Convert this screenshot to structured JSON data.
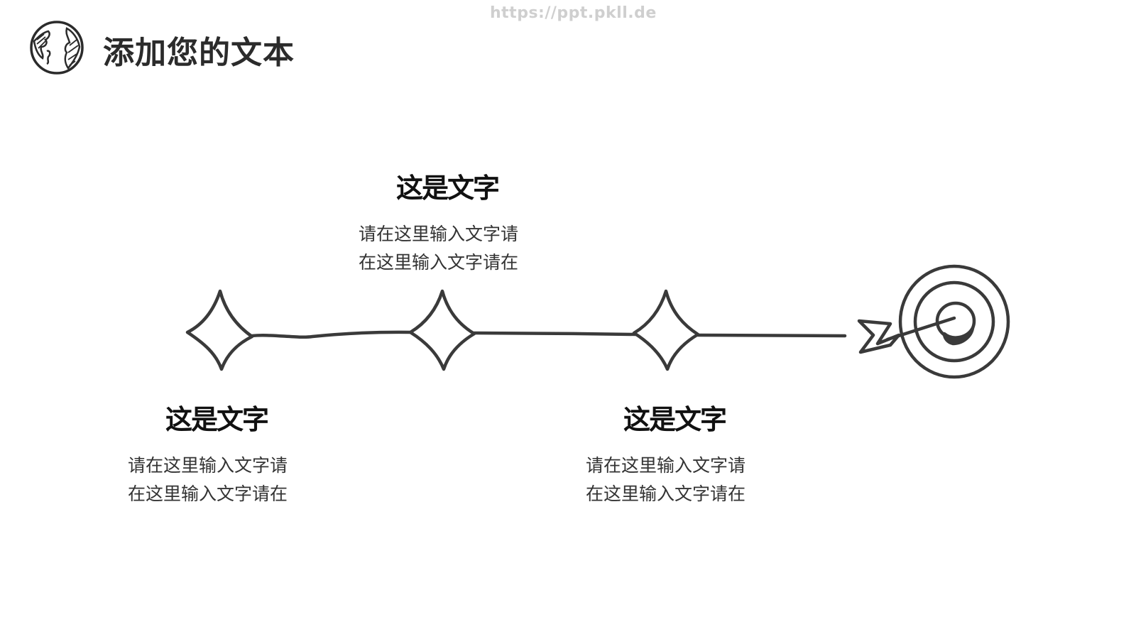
{
  "watermark": "https://ppt.pkll.de",
  "header": {
    "title": "添加您的文本",
    "icon": "globe-icon"
  },
  "steps": [
    {
      "title": "这是文字",
      "lines": [
        "请在这里输入文字请",
        "在这里输入文字请在"
      ]
    },
    {
      "title": "这是文字",
      "lines": [
        "请在这里输入文字请",
        "在这里输入文字请在"
      ]
    },
    {
      "title": "这是文字",
      "lines": [
        "请在这里输入文字请",
        "在这里输入文字请在"
      ]
    }
  ],
  "timeline": {
    "markers": [
      "star-icon",
      "star-icon",
      "star-icon"
    ],
    "end_icon": "target-arrow-icon",
    "stroke_color": "#3a3a3a"
  }
}
